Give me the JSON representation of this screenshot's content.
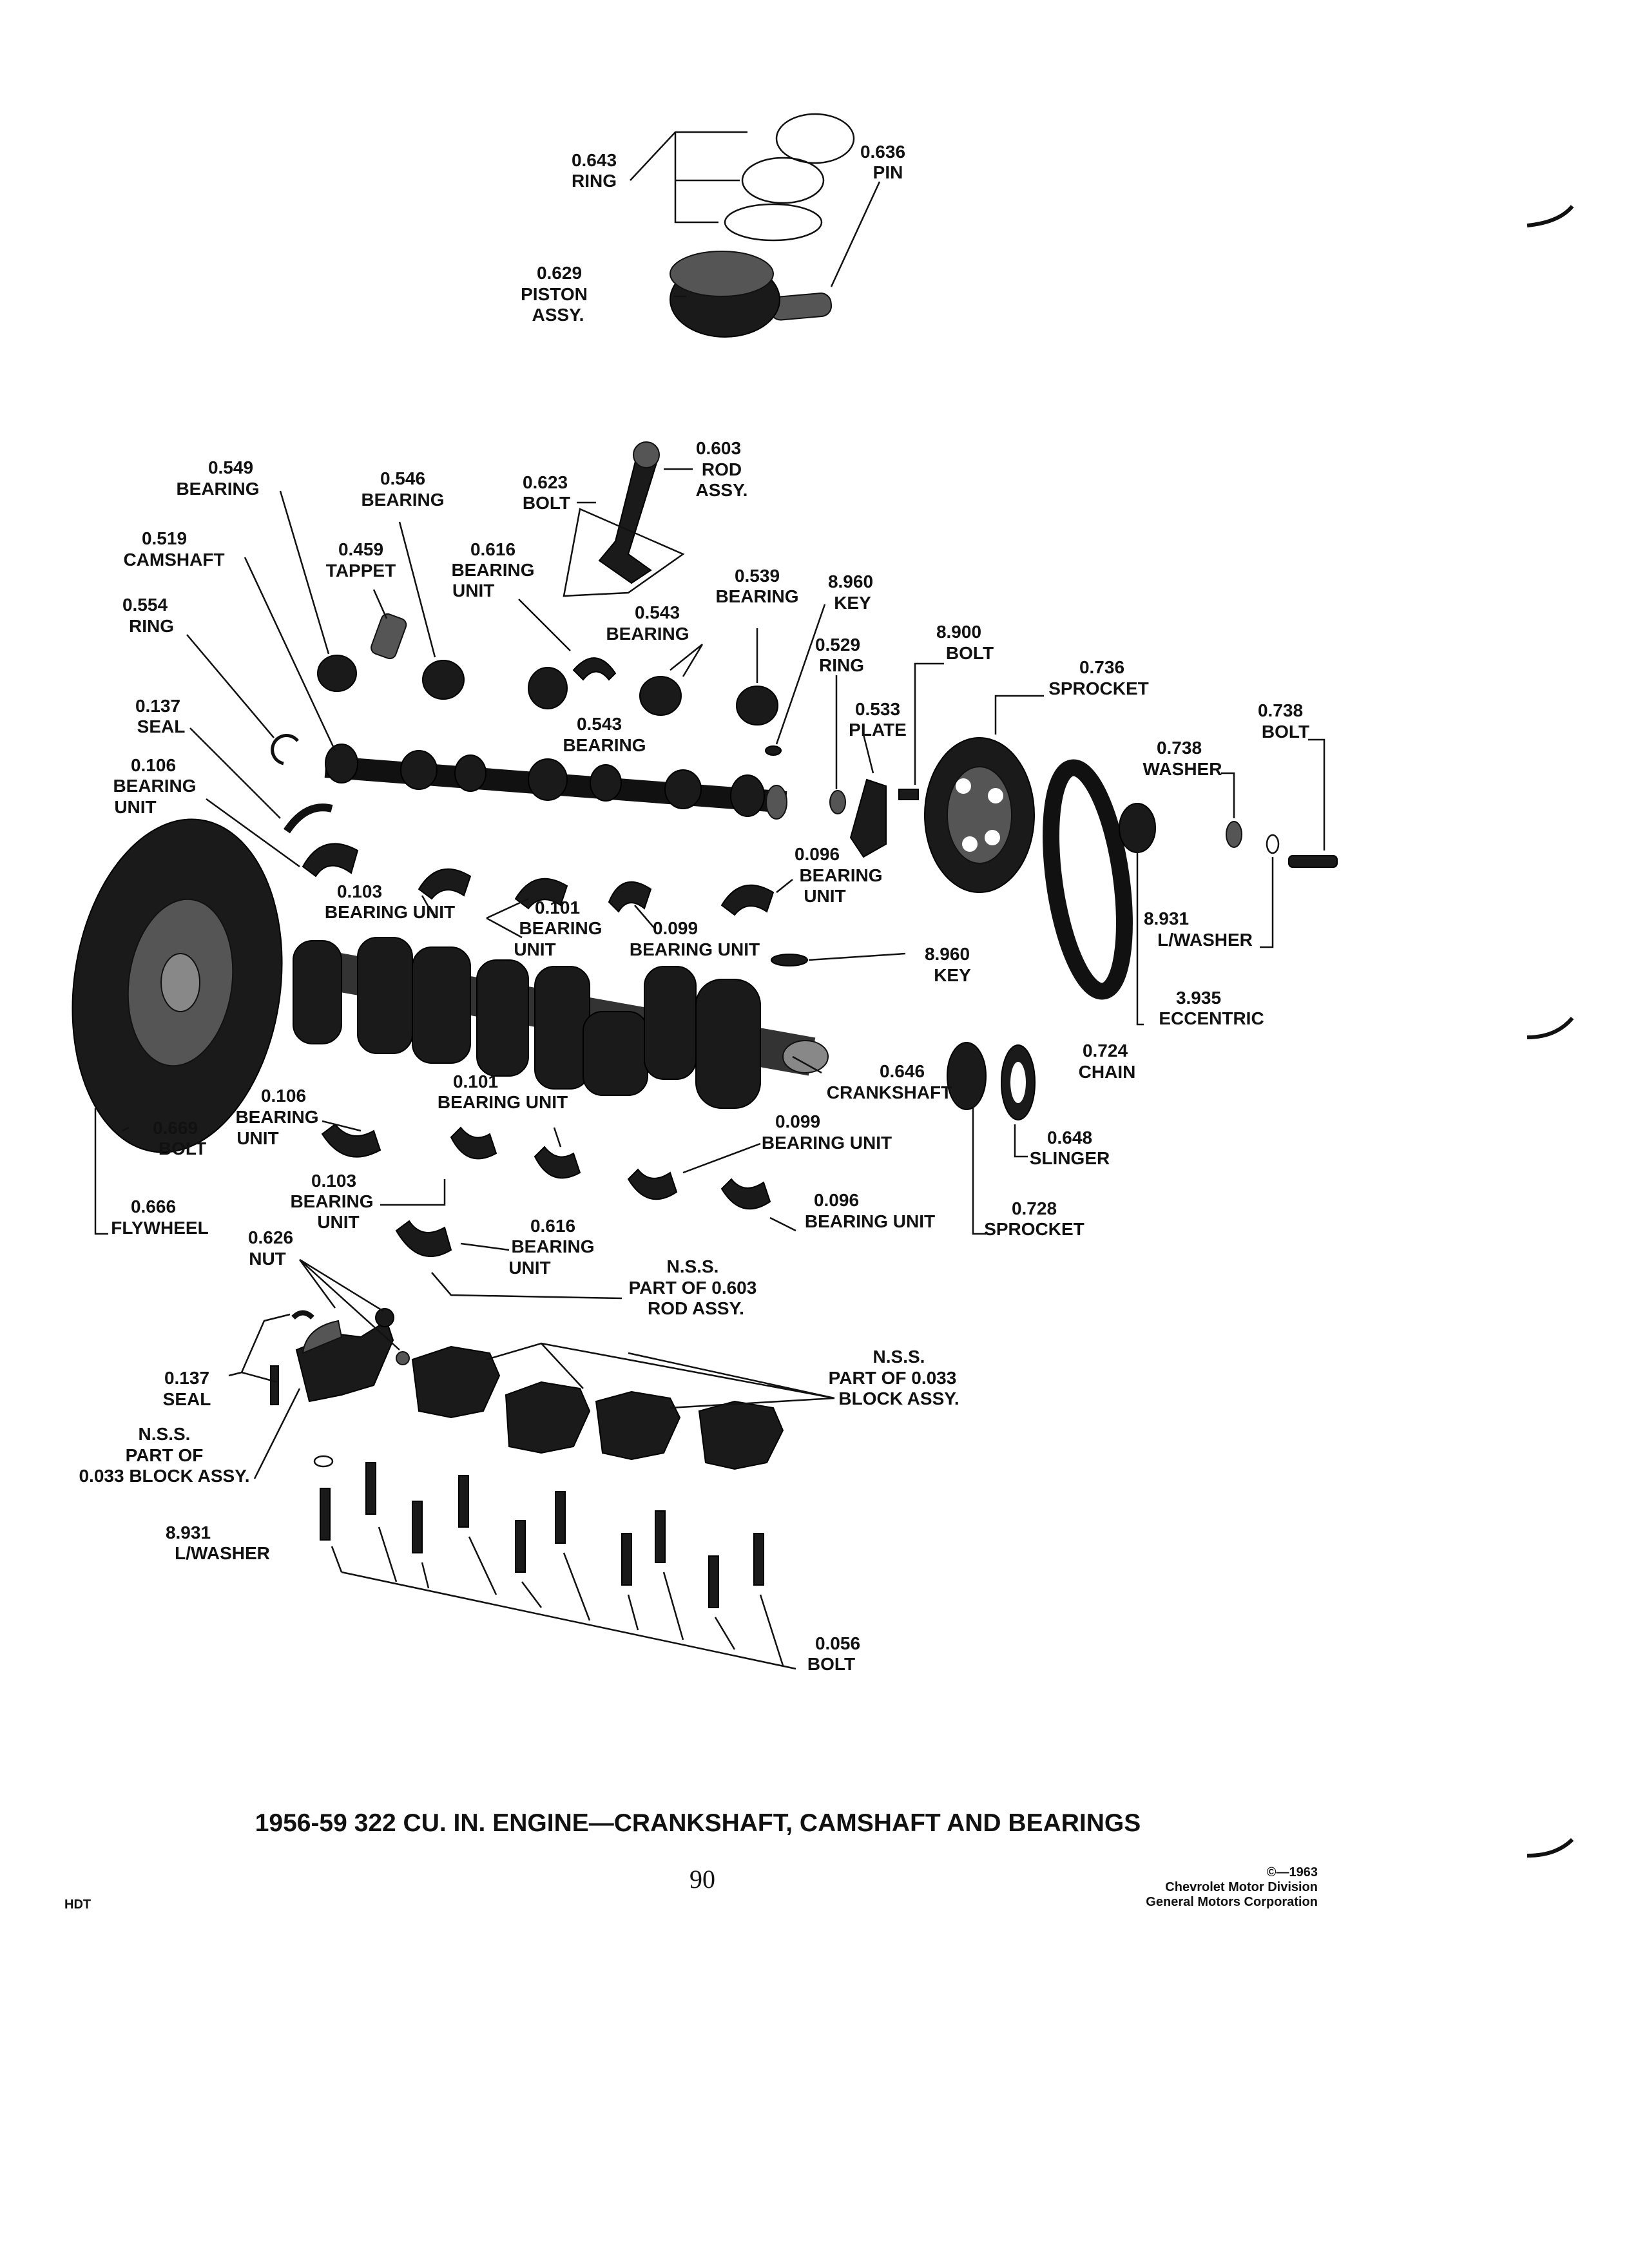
{
  "title": "1956-59 322 CU. IN. ENGINE—CRANKSHAFT, CAMSHAFT AND BEARINGS",
  "page_number": "90",
  "footer_left": "HDT",
  "copyright": {
    "line1": "©—1963",
    "line2": "Chevrolet Motor Division",
    "line3": "General Motors Corporation"
  },
  "callouts": {
    "ring_0643": [
      "0.643",
      "RING"
    ],
    "pin_0636": [
      "0.636",
      "PIN"
    ],
    "piston_0629": [
      "0.629",
      "PISTON",
      "ASSY."
    ],
    "rod_0603": [
      "0.603",
      "ROD",
      "ASSY."
    ],
    "bolt_0623": [
      "0.623",
      "BOLT"
    ],
    "bearing_0549": [
      "0.549",
      "BEARING"
    ],
    "bearing_0546": [
      "0.546",
      "BEARING"
    ],
    "camshaft_0519": [
      "0.519",
      "CAMSHAFT"
    ],
    "tappet_0459": [
      "0.459",
      "TAPPET"
    ],
    "bearing_unit_0616_top": [
      "0.616",
      "BEARING",
      "UNIT"
    ],
    "bearing_0539": [
      "0.539",
      "BEARING"
    ],
    "key_8960_top": [
      "8.960",
      "KEY"
    ],
    "ring_0554": [
      "0.554",
      "RING"
    ],
    "bearing_0543_a": [
      "0.543",
      "BEARING"
    ],
    "bearing_0543_b": [
      "0.543",
      "BEARING"
    ],
    "ring_0529": [
      "0.529",
      "RING"
    ],
    "bolt_8900": [
      "8.900",
      "BOLT"
    ],
    "sprocket_0736": [
      "0.736",
      "SPROCKET"
    ],
    "seal_0137_top": [
      "0.137",
      "SEAL"
    ],
    "plate_0533": [
      "0.533",
      "PLATE"
    ],
    "bolt_0738": [
      "0.738",
      "BOLT"
    ],
    "washer_0738": [
      "0.738",
      "WASHER"
    ],
    "bearing_unit_0106_top": [
      "0.106",
      "BEARING",
      "UNIT"
    ],
    "bearing_unit_0096_top": [
      "0.096",
      "BEARING",
      "UNIT"
    ],
    "bearing_unit_0103_top": [
      "0.103",
      "BEARING UNIT"
    ],
    "bearing_unit_0101_top": [
      "0.101",
      "BEARING",
      "UNIT"
    ],
    "bearing_unit_0099_top": [
      "0.099",
      "BEARING UNIT"
    ],
    "key_8960_mid": [
      "8.960",
      "KEY"
    ],
    "lwasher_8931_right": [
      "8.931",
      "L/WASHER"
    ],
    "eccentric_3935": [
      "3.935",
      "ECCENTRIC"
    ],
    "chain_0724": [
      "0.724",
      "CHAIN"
    ],
    "crankshaft_0646": [
      "0.646",
      "CRANKSHAFT"
    ],
    "bearing_unit_0106_bot": [
      "0.106",
      "BEARING",
      "UNIT"
    ],
    "bolt_0669": [
      "0.669",
      "BOLT"
    ],
    "bearing_unit_0101_bot": [
      "0.101",
      "BEARING UNIT"
    ],
    "bearing_unit_0099_bot": [
      "0.099",
      "BEARING UNIT"
    ],
    "slinger_0648": [
      "0.648",
      "SLINGER"
    ],
    "bearing_unit_0103_bot": [
      "0.103",
      "BEARING",
      "UNIT"
    ],
    "bearing_unit_0096_bot": [
      "0.096",
      "BEARING UNIT"
    ],
    "sprocket_0728": [
      "0.728",
      "SPROCKET"
    ],
    "flywheel_0666": [
      "0.666",
      "FLYWHEEL"
    ],
    "nut_0626": [
      "0.626",
      "NUT"
    ],
    "bearing_unit_0616_bot": [
      "0.616",
      "BEARING",
      "UNIT"
    ],
    "nss_rod": [
      "N.S.S.",
      "PART OF 0.603",
      "ROD ASSY."
    ],
    "nss_block_right": [
      "N.S.S.",
      "PART OF 0.033",
      "BLOCK ASSY."
    ],
    "seal_0137_bot": [
      "0.137",
      "SEAL"
    ],
    "nss_block_left": [
      "N.S.S.",
      "PART OF",
      "0.033 BLOCK ASSY."
    ],
    "lwasher_8931_left": [
      "8.931",
      "L/WASHER"
    ],
    "bolt_0056": [
      "0.056",
      "BOLT"
    ]
  }
}
